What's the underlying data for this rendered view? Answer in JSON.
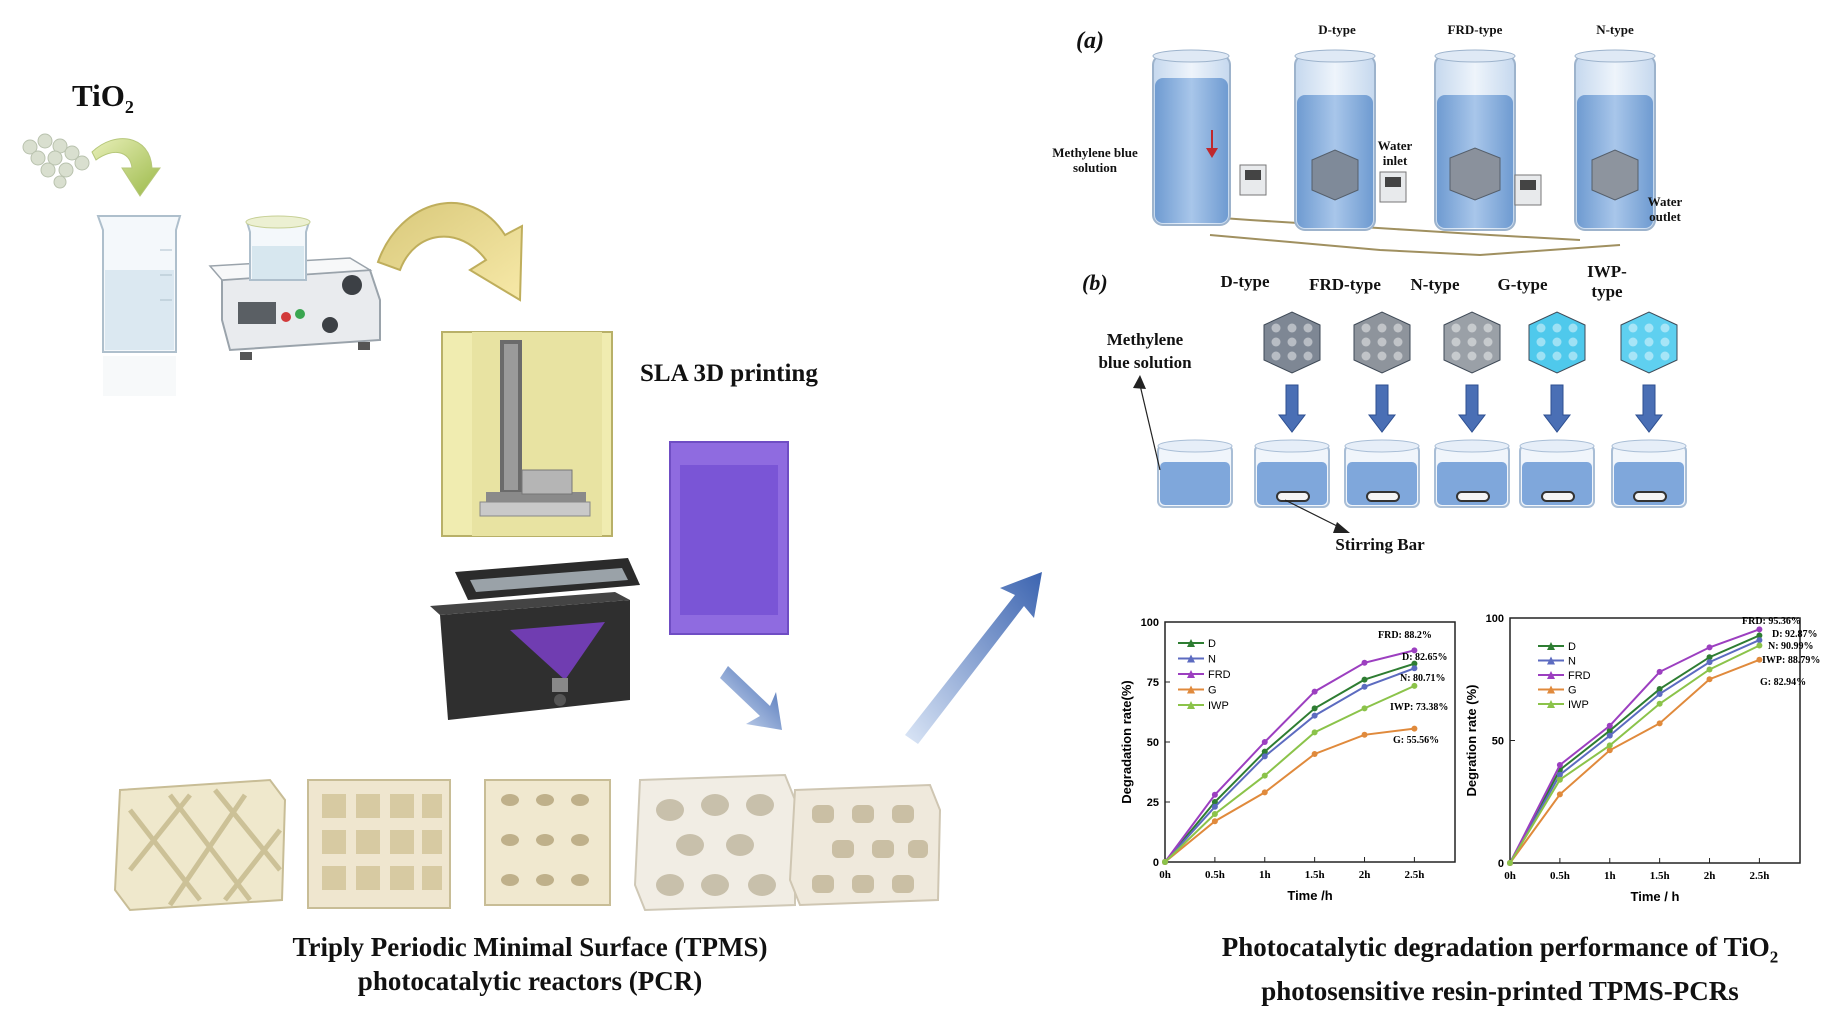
{
  "left": {
    "tio2_label": "TiO",
    "tio2_sub": "2",
    "sla_label": "SLA 3D printing",
    "caption_line1": "Triply Periodic Minimal Surface (TPMS)",
    "caption_line2": "photocatalytic reactors (PCR)"
  },
  "panel_a": {
    "tag": "(a)",
    "types": [
      "D-type",
      "FRD-type",
      "N-type"
    ],
    "mb_solution": [
      "Methylene blue",
      "solution"
    ],
    "water_inlet": [
      "Water",
      "inlet"
    ],
    "water_outlet": [
      "Water",
      "outlet"
    ]
  },
  "panel_b": {
    "tag": "(b)",
    "types": [
      "D-type",
      "FRD-type",
      "N-type",
      "G-type",
      "IWP-type"
    ],
    "iwp_lines": [
      "IWP-",
      "type"
    ],
    "mb_solution": [
      "Methylene",
      "blue solution"
    ],
    "stirring_bar": "Stirring Bar"
  },
  "right": {
    "caption_line1": "Photocatalytic degradation performance of TiO",
    "caption_sub": "2",
    "caption_line2": "photosensitive resin-printed TPMS-PCRs"
  },
  "colors": {
    "D": "#2e7d32",
    "N": "#5c6bc0",
    "FRD": "#9c3fc0",
    "G": "#e08a3c",
    "IWP": "#8bc34a",
    "water": "#7ea6d8",
    "arrow_blue": "#4a6fb5"
  },
  "chart_data": [
    {
      "type": "line",
      "categories": [
        "0h",
        "0.5h",
        "1h",
        "1.5h",
        "2h",
        "2.5h"
      ],
      "xlabel": "Time /h",
      "ylabel": "Degradation rate(%)",
      "ylim": [
        0,
        100
      ],
      "yticks": [
        0,
        25,
        50,
        75,
        100
      ],
      "legend": "top-left",
      "series": [
        {
          "name": "D",
          "values": [
            0,
            25,
            46,
            64,
            76,
            82.65
          ]
        },
        {
          "name": "N",
          "values": [
            0,
            23,
            44,
            61,
            73,
            80.71
          ]
        },
        {
          "name": "FRD",
          "values": [
            0,
            28,
            50,
            71,
            83,
            88.2
          ]
        },
        {
          "name": "G",
          "values": [
            0,
            17,
            29,
            45,
            53,
            55.56
          ]
        },
        {
          "name": "IWP",
          "values": [
            0,
            20,
            36,
            54,
            64,
            73.38
          ]
        }
      ],
      "annotations": [
        "FRD: 88.2%",
        "D: 82.65%",
        "N: 80.71%",
        "IWP: 73.38%",
        "G: 55.56%"
      ]
    },
    {
      "type": "line",
      "categories": [
        "0h",
        "0.5h",
        "1h",
        "1.5h",
        "2h",
        "2.5h"
      ],
      "xlabel": "Time / h",
      "ylabel": "Degration rate (%)",
      "ylim": [
        0,
        100
      ],
      "yticks": [
        0,
        50,
        100
      ],
      "legend": "top-left",
      "series": [
        {
          "name": "D",
          "values": [
            0,
            38,
            54,
            71,
            84,
            92.87
          ]
        },
        {
          "name": "N",
          "values": [
            0,
            36,
            52,
            69,
            82,
            90.99
          ]
        },
        {
          "name": "FRD",
          "values": [
            0,
            40,
            56,
            78,
            88,
            95.36
          ]
        },
        {
          "name": "G",
          "values": [
            0,
            28,
            46,
            57,
            75,
            82.94
          ]
        },
        {
          "name": "IWP",
          "values": [
            0,
            34,
            48,
            65,
            79,
            88.79
          ]
        }
      ],
      "annotations": [
        "FRD: 95.36%",
        "D: 92.87%",
        "N: 90.99%",
        "IWP: 88.79%",
        "G: 82.94%"
      ]
    }
  ]
}
